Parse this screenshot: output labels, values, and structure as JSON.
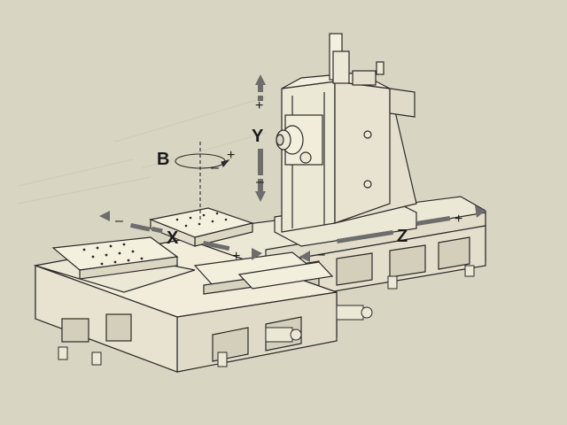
{
  "axes": {
    "y": {
      "letter": "Y",
      "plus": "+",
      "minus": "–"
    },
    "b": {
      "letter": "B",
      "plus": "+",
      "minus": "–"
    },
    "x": {
      "letter": "X",
      "plus": "+",
      "minus": "–"
    },
    "z": {
      "letter": "Z",
      "plus": "+",
      "minus": "–"
    }
  },
  "colors": {
    "paper": "#d9d5c3",
    "machine_fill": "#ece8d6",
    "line": "#2a2a2a",
    "arrow": "#6d6d6d",
    "shade": "#c9c4b0"
  }
}
